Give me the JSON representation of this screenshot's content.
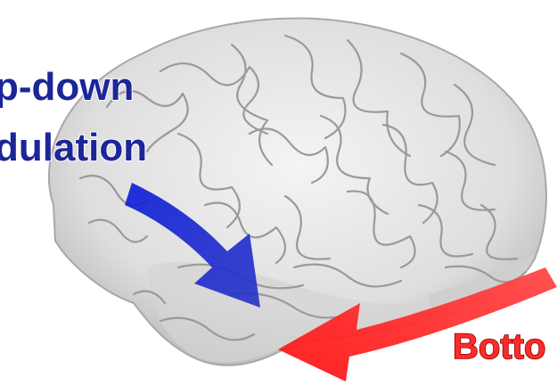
{
  "labels": {
    "topdown_line1": "p-down",
    "topdown_line2": "dulation",
    "bottomup": "Botto"
  },
  "colors": {
    "background": "#ffffff",
    "brain_fill": "#e4e4e4",
    "brain_shadow": "#bdbdbd",
    "gyri_line": "#9a9a9a",
    "topdown_arrow": "#1a2bd6",
    "topdown_text": "#1c2699",
    "bottomup_arrow": "#ff1e1e",
    "bottomup_text": "#ff2a2a",
    "text_outline": "#ffffff"
  },
  "icons": [
    "brain-illustration",
    "top-down-arrow",
    "bottom-up-arrow"
  ]
}
